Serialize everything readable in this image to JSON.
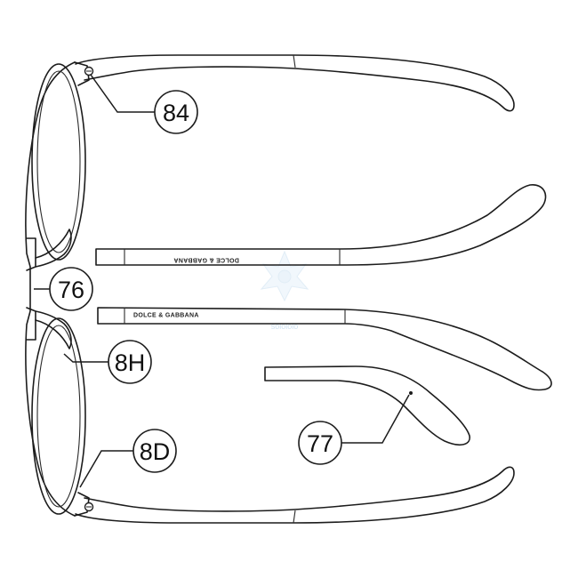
{
  "diagram": {
    "brand_text": "DOLCE & GABBANA",
    "watermark_text": "solololo",
    "callouts": [
      {
        "id": "84"
      },
      {
        "id": "76"
      },
      {
        "id": "8H"
      },
      {
        "id": "8D"
      },
      {
        "id": "77"
      }
    ],
    "colors": {
      "line": "#1c1c1c",
      "watermark": "#cfe3f3"
    },
    "icons": [
      "screw-icon",
      "watermark-star-icon"
    ]
  }
}
